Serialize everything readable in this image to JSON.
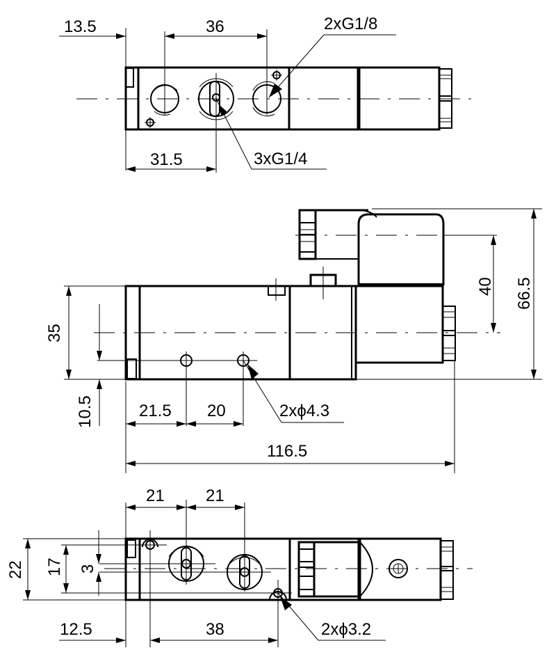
{
  "drawing": {
    "subject": "5/2 solenoid valve dimensional drawing",
    "line_color": "#000000",
    "background": "#ffffff"
  },
  "top_view": {
    "dims": {
      "offset_left": "13.5",
      "port_spacing": "36",
      "port_offset": "31.5"
    },
    "callouts": {
      "small_ports": "2xG1/8",
      "main_ports": "3xG1/4"
    }
  },
  "side_view": {
    "dims": {
      "body_height": "35",
      "hole_height": "10.5",
      "hole_offset": "21.5",
      "hole_spacing": "20",
      "overall_length": "116.5",
      "coil_center_height": "40",
      "overall_height": "66.5"
    },
    "callouts": {
      "mounting_holes": "2xϕ4.3"
    }
  },
  "bottom_view": {
    "dims": {
      "port_spacing_1": "21",
      "port_spacing_2": "21",
      "width": "22",
      "slot_width": "17",
      "center_offset": "3",
      "hole_offset": "12.5",
      "hole_spacing": "38"
    },
    "callouts": {
      "mounting_holes": "2xϕ3.2"
    }
  }
}
